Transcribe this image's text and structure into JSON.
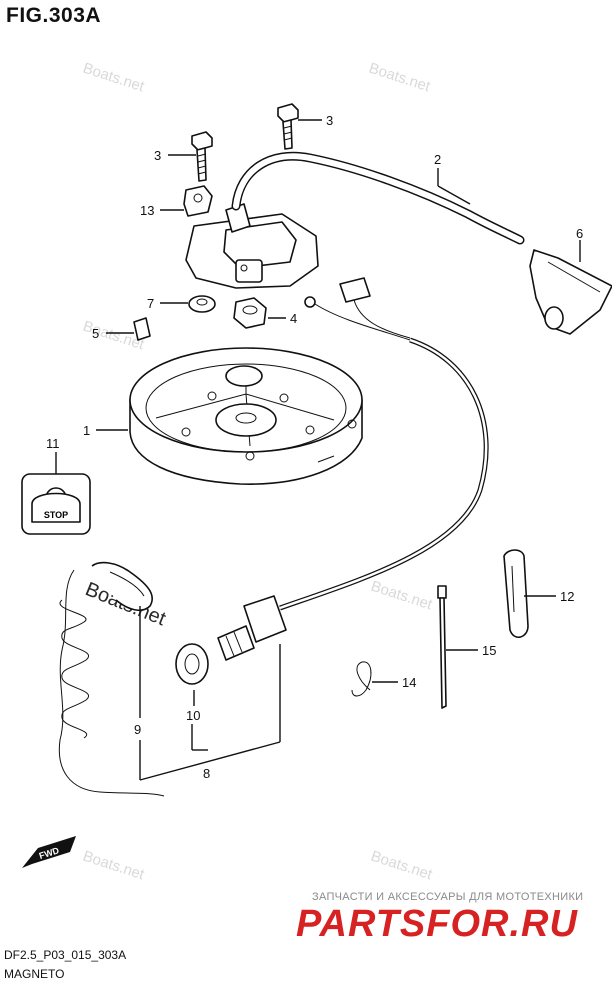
{
  "title": "FIG.303A",
  "footer": {
    "code": "DF2.5_P03_015_303A",
    "name": "MAGNETO"
  },
  "watermark": "Boats.net",
  "ad": {
    "line": "ЗАПЧАСТИ И АКСЕССУАРЫ ДЛЯ МОТОТЕХНИКИ",
    "brand": "PARTSFOR.RU"
  },
  "fwd_label": "FWD",
  "stop_label": "STOP",
  "callouts": [
    "1",
    "2",
    "3",
    "3",
    "4",
    "5",
    "6",
    "7",
    "8",
    "9",
    "10",
    "11",
    "12",
    "13",
    "14",
    "15"
  ],
  "colors": {
    "ink": "#111111",
    "watermark": "#d9d9d9",
    "brand": "#d62222"
  }
}
